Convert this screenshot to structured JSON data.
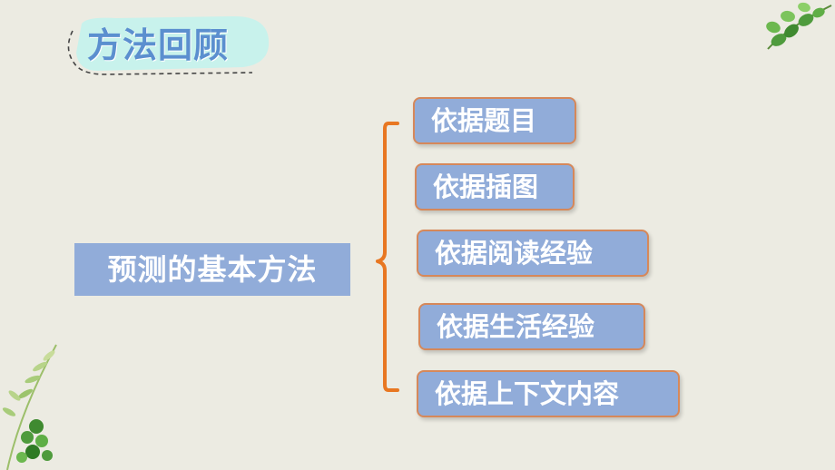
{
  "header": {
    "title": "方法回顾"
  },
  "diagram": {
    "root": "预测的基本方法",
    "branches": [
      {
        "label": "依据题目"
      },
      {
        "label": "依据插图"
      },
      {
        "label": "依据阅读经验"
      },
      {
        "label": "依据生活经验"
      },
      {
        "label": "依据上下文内容"
      }
    ]
  },
  "colors": {
    "background": "#ecebe2",
    "box_fill": "#91acd9",
    "box_border": "#d6885a",
    "brace": "#e87722",
    "title_text": "#5b8fcf",
    "title_bubble": "#c8f2ec"
  },
  "decorations": [
    "leaf-branch-icon",
    "fern-sprig-icon"
  ]
}
